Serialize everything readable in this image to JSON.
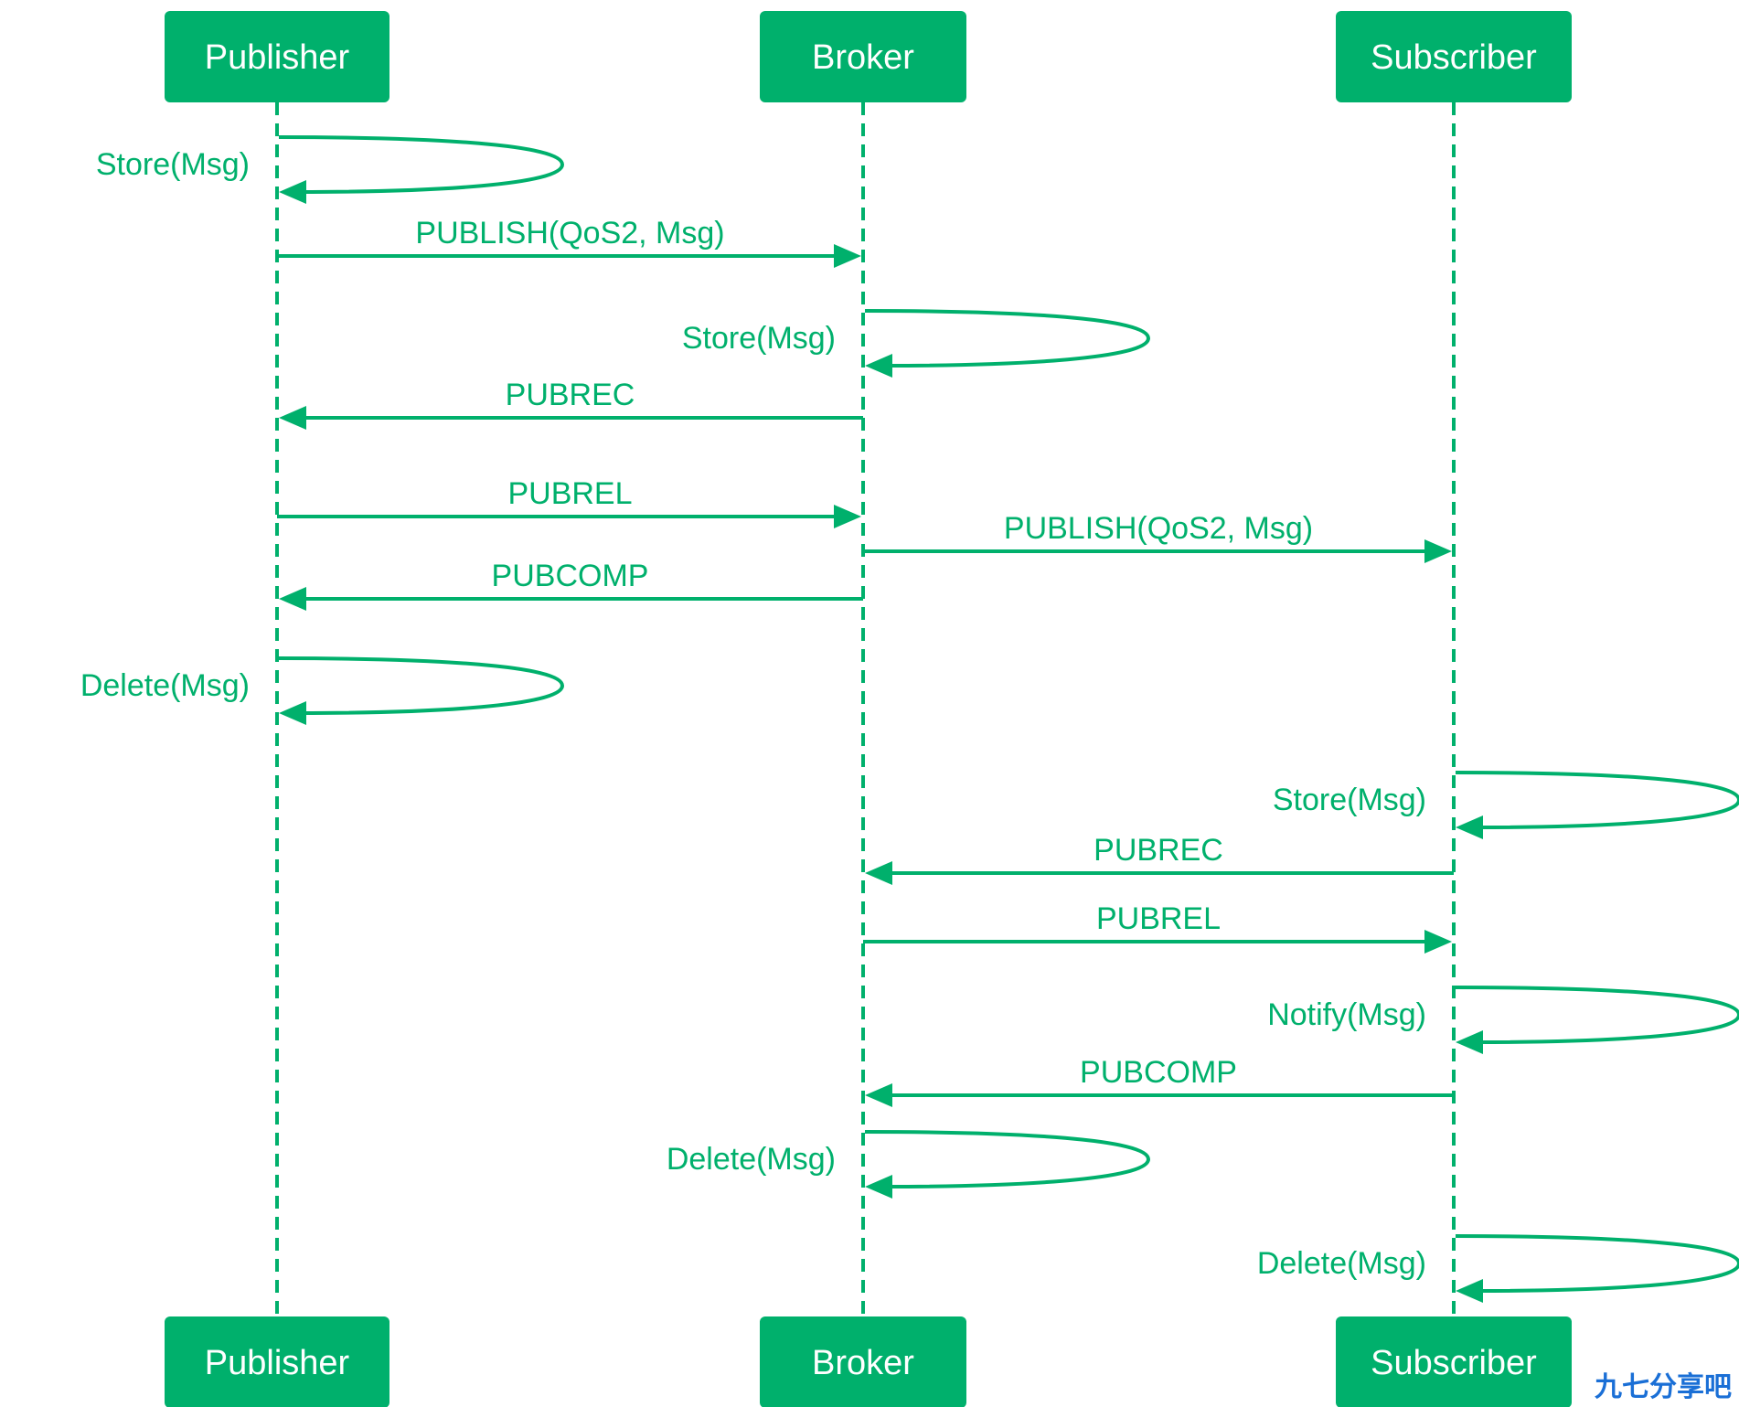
{
  "participants": [
    "Publisher",
    "Broker",
    "Subscriber"
  ],
  "colors": {
    "accent": "#00b06c",
    "box_text": "#ffffff",
    "watermark": "#1a6fd6"
  },
  "messages": [
    {
      "from": 0,
      "to": 0,
      "label": "Store(Msg)"
    },
    {
      "from": 0,
      "to": 1,
      "label": "PUBLISH(QoS2, Msg)"
    },
    {
      "from": 1,
      "to": 1,
      "label": "Store(Msg)"
    },
    {
      "from": 1,
      "to": 0,
      "label": "PUBREC"
    },
    {
      "from": 0,
      "to": 1,
      "label": "PUBREL"
    },
    {
      "from": 1,
      "to": 2,
      "label": "PUBLISH(QoS2, Msg)"
    },
    {
      "from": 1,
      "to": 0,
      "label": "PUBCOMP"
    },
    {
      "from": 0,
      "to": 0,
      "label": "Delete(Msg)"
    },
    {
      "from": 2,
      "to": 2,
      "label": "Store(Msg)"
    },
    {
      "from": 2,
      "to": 1,
      "label": "PUBREC"
    },
    {
      "from": 1,
      "to": 2,
      "label": "PUBREL"
    },
    {
      "from": 2,
      "to": 2,
      "label": "Notify(Msg)"
    },
    {
      "from": 2,
      "to": 1,
      "label": "PUBCOMP"
    },
    {
      "from": 1,
      "to": 1,
      "label": "Delete(Msg)"
    },
    {
      "from": 2,
      "to": 2,
      "label": "Delete(Msg)"
    }
  ],
  "watermark": "九七分享吧"
}
